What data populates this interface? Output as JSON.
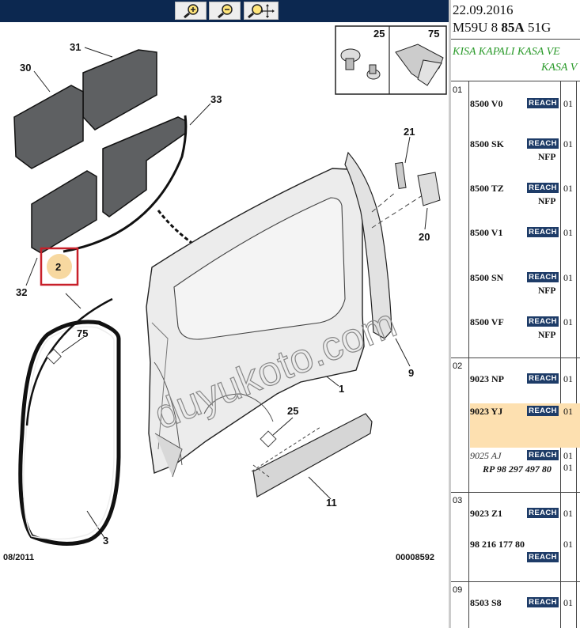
{
  "toolbar": {
    "buttons": [
      {
        "name": "zoom-in-button",
        "icon": "zoom-in-icon"
      },
      {
        "name": "zoom-out-button",
        "icon": "zoom-out-icon"
      },
      {
        "name": "zoom-pan-button",
        "icon": "zoom-move-icon"
      }
    ]
  },
  "diagram": {
    "callouts": [
      "31",
      "30",
      "33",
      "21",
      "20",
      "32",
      "2",
      "75",
      "9",
      "1",
      "25",
      "11",
      "3",
      "25",
      "75"
    ],
    "inset_labels": [
      "25",
      "75"
    ],
    "date_code": "08/2011",
    "diagram_id": "00008592",
    "watermark": "duyukoto.com"
  },
  "header": {
    "date": "22.09.2016",
    "code_prefix": "M59U 8 ",
    "code_bold": "85A",
    "code_suffix": " 51G",
    "desc_line1": "KISA KAPALI KASA VE",
    "desc_line2": "KASA V"
  },
  "parts": {
    "groups": [
      {
        "no": "01",
        "rows": [
          {
            "code": "8500 V0",
            "badge": "REACH",
            "qty": "01",
            "note": ""
          },
          {
            "code": "8500 SK",
            "badge": "REACH",
            "qty": "01",
            "note": "NFP"
          },
          {
            "code": "8500 TZ",
            "badge": "REACH",
            "qty": "01",
            "note": "NFP"
          },
          {
            "code": "8500 V1",
            "badge": "REACH",
            "qty": "01",
            "note": ""
          },
          {
            "code": "8500 SN",
            "badge": "REACH",
            "qty": "01",
            "note": "NFP"
          },
          {
            "code": "8500 VF",
            "badge": "REACH",
            "qty": "01",
            "note": "NFP"
          }
        ]
      },
      {
        "no": "02",
        "rows": [
          {
            "code": "9023 NP",
            "badge": "REACH",
            "qty": "01"
          },
          {
            "code": "9023 YJ",
            "badge": "REACH",
            "qty": "01"
          },
          {
            "code": "9025 AJ",
            "badge": "REACH",
            "qty": "01",
            "qty2": "01",
            "ref": "RP 98 297 497 80"
          }
        ]
      },
      {
        "no": "03",
        "rows": [
          {
            "code": "9023 Z1",
            "badge": "REACH",
            "qty": "01"
          },
          {
            "code": "98 216 177 80",
            "badge": "REACH",
            "qty": "01"
          }
        ]
      },
      {
        "no": "09",
        "rows": [
          {
            "code": "8503 S8",
            "badge": "REACH",
            "qty": "01"
          }
        ]
      }
    ]
  },
  "colors": {
    "toolbar": "#0c2850",
    "reach_badge": "#1e3c68",
    "highlight": "#fde0b0",
    "desc": "#2a9a2a",
    "selected_box": "#c8202a"
  }
}
